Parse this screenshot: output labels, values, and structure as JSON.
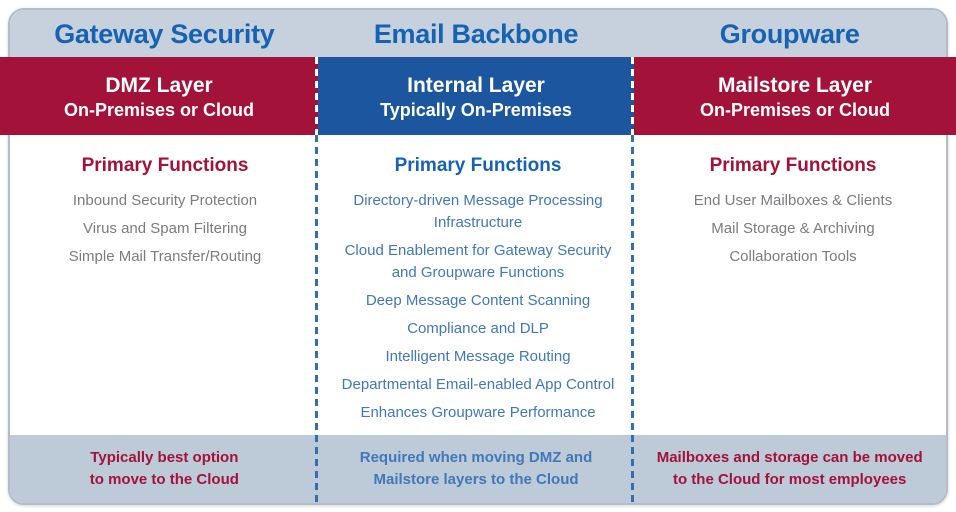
{
  "columns": [
    {
      "title": "Gateway Security",
      "layer_title": "DMZ Layer",
      "layer_subtitle": "On-Premises or Cloud",
      "functions_heading": "Primary Functions",
      "functions": [
        "Inbound Security Protection",
        "Virus and Spam Filtering",
        "Simple Mail Transfer/Routing"
      ],
      "footer_note": "Typically best option\nto move to the Cloud"
    },
    {
      "title": "Email Backbone",
      "layer_title": "Internal Layer",
      "layer_subtitle": "Typically On-Premises",
      "functions_heading": "Primary Functions",
      "functions": [
        "Directory-driven Message Processing\nInfrastructure",
        "Cloud Enablement for Gateway Security\nand Groupware Functions",
        "Deep Message Content Scanning",
        "Compliance and DLP",
        "Intelligent Message Routing",
        "Departmental Email-enabled App Control",
        "Enhances Groupware Performance"
      ],
      "footer_note": "Required when moving DMZ and\nMailstore layers to the Cloud"
    },
    {
      "title": "Groupware",
      "layer_title": "Mailstore Layer",
      "layer_subtitle": "On-Premises or Cloud",
      "functions_heading": "Primary Functions",
      "functions": [
        "End User Mailboxes & Clients",
        "Mail Storage & Archiving",
        "Collaboration Tools"
      ],
      "footer_note": "Mailboxes and storage can be moved\nto the Cloud for most employees"
    }
  ],
  "colors": {
    "crimson": "#A31239",
    "blue_band": "#1B569F",
    "title_blue": "#1563B2",
    "body_blue": "#4078B8",
    "body_gray": "#7A7C7F",
    "header_bg": "#C7D1DD",
    "footer_bg": "#BDCAD8",
    "divider_blue": "#336FA9"
  }
}
